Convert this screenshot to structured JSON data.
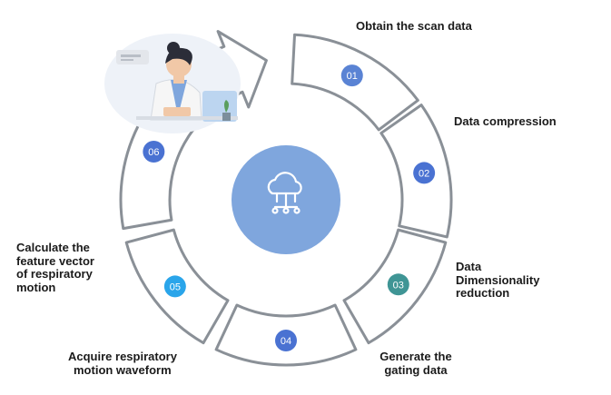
{
  "steps": [
    {
      "number": "01",
      "label": "Obtain the scan data",
      "color": "#5a83d4"
    },
    {
      "number": "02",
      "label": "Data compression",
      "color": "#4a72d2"
    },
    {
      "number": "03",
      "label": "Data Dimensionality reduction",
      "color": "#3f9595"
    },
    {
      "number": "04",
      "label": "Generate the gating data",
      "color": "#4a72d2"
    },
    {
      "number": "05",
      "label": "Acquire respiratory motion waveform",
      "color": "#2aa5ea"
    },
    {
      "number": "06",
      "label": "Calculate the feature vector of respiratory motion",
      "color": "#4a72d2"
    }
  ],
  "labels": {
    "s1": "Obtain the scan data",
    "s2": "Data compression",
    "s3_l1": "Data",
    "s3_l2": "Dimensionality",
    "s3_l3": "reduction",
    "s4_l1": "Generate the",
    "s4_l2": "gating data",
    "s5_l1": "Acquire respiratory",
    "s5_l2": "motion waveform",
    "s6_l1": "Calculate the",
    "s6_l2": "feature vector",
    "s6_l3": "of respiratory",
    "s6_l4": "motion"
  },
  "center": {
    "icon": "cloud-network-icon",
    "color": "#7fa6dd"
  },
  "illustration": "doctor-at-desk-icon"
}
